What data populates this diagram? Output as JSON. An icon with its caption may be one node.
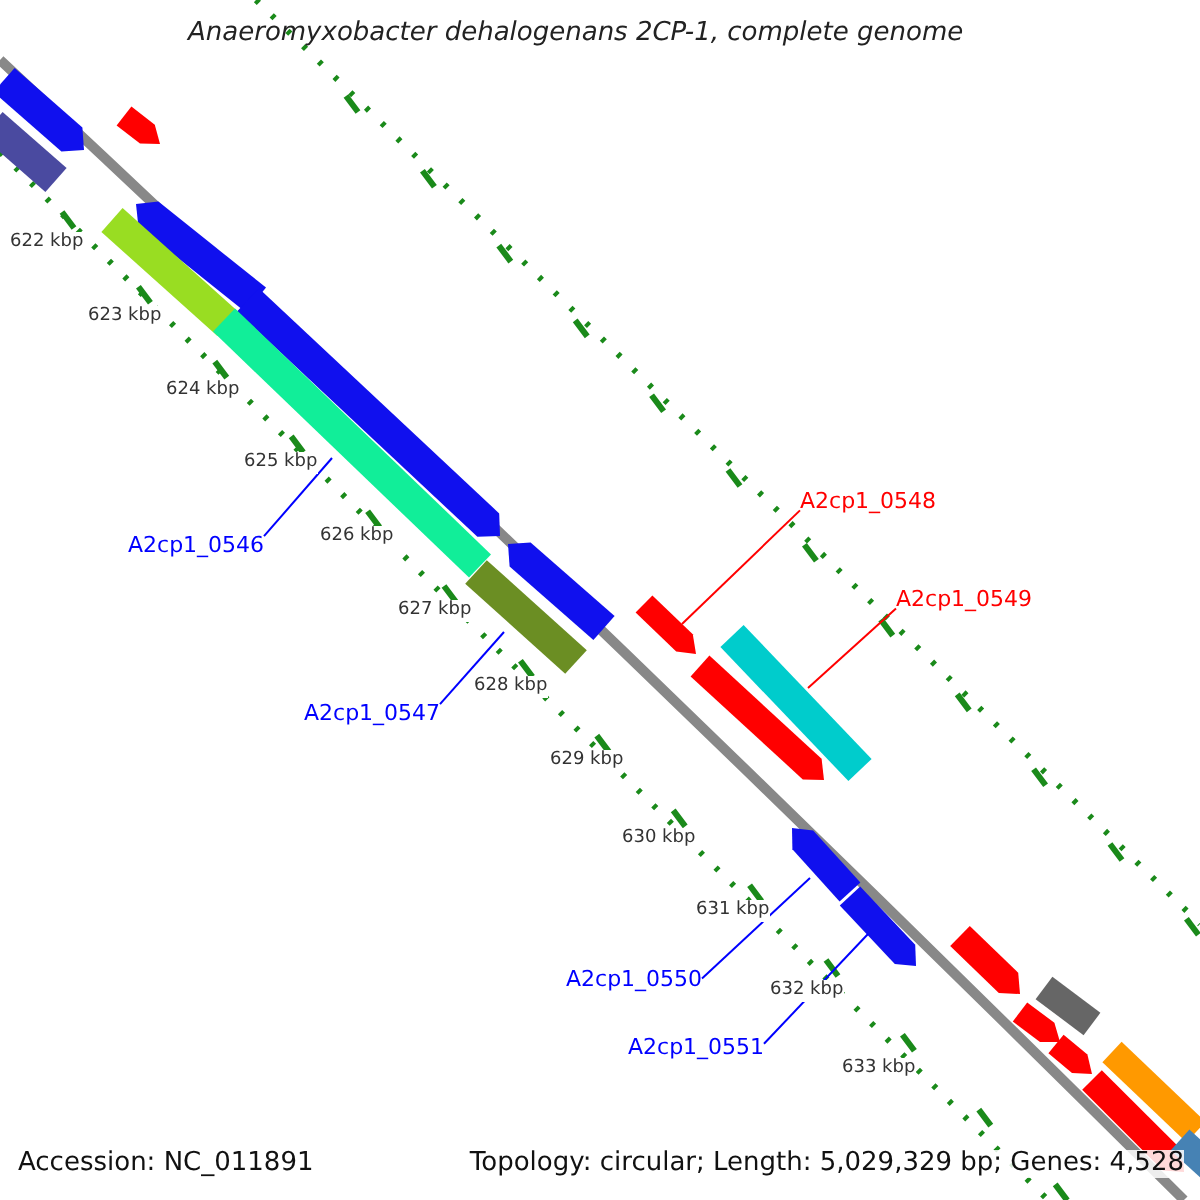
{
  "diagram": {
    "title": "Anaeromyxobacter dehalogenans 2CP-1, complete genome",
    "nodes": [
      {
        "text": [
          "A2cp1_0546"
        ]
      },
      {
        "text": [
          "A2cp1_0547"
        ]
      },
      {
        "text": [
          "A2cp1_0548"
        ]
      },
      {
        "text": [
          "A2cp1_0549"
        ]
      },
      {
        "text": [
          "A2cp1_0550"
        ]
      },
      {
        "text": [
          "A2cp1_0551"
        ]
      },
      {
        "text": [],
        "shape": "bar"
      },
      {
        "text": [],
        "shape": "bar"
      },
      {
        "text": [],
        "shape": "bar"
      },
      {
        "text": [],
        "shape": "bar"
      },
      {
        "text": [],
        "shape": "bar"
      },
      {
        "text": [],
        "shape": "bar"
      },
      {
        "text": [],
        "shape": "bar"
      },
      {
        "text": [],
        "shape": "bar"
      },
      {
        "text": [],
        "shape": "bar"
      },
      {
        "text": [],
        "shape": "bar"
      },
      {
        "text": [],
        "shape": "bar"
      },
      {
        "text": [],
        "shape": "bar"
      },
      {
        "text": [],
        "shape": "bar"
      },
      {
        "text": [],
        "shape": "bar"
      },
      {
        "text": [],
        "shape": "bar"
      },
      {
        "text": [],
        "shape": "bar"
      },
      {
        "text": [],
        "shape": "bar"
      },
      {
        "text": [],
        "shape": "bar"
      },
      {
        "text": [],
        "shape": "bar"
      },
      {
        "text": [],
        "shape": "bar"
      },
      {
        "text": [],
        "shape": "bar"
      }
    ],
    "edges": [
      {
        "from": 0,
        "to": 12,
        "arrow": "none"
      },
      {
        "from": 1,
        "to": 14,
        "arrow": "none"
      },
      {
        "from": 2,
        "to": 15,
        "arrow": "none",
        "color": "#ff0000"
      },
      {
        "from": 3,
        "to": 16,
        "arrow": "none",
        "color": "#ff0000"
      },
      {
        "from": 4,
        "to": 18,
        "arrow": "none"
      },
      {
        "from": 5,
        "to": 19,
        "arrow": "none"
      }
    ],
    "labels": [
      "622 kbp",
      "623 kbp",
      "624 kbp",
      "625 kbp",
      "626 kbp",
      "627 kbp",
      "628 kbp",
      "629 kbp",
      "630 kbp",
      "631 kbp",
      "632 kbp",
      "633 kbp",
      "Accession: NC_011891",
      "Topology: circular; Length: 5,029,329 bp; Genes: 4,528"
    ]
  }
}
